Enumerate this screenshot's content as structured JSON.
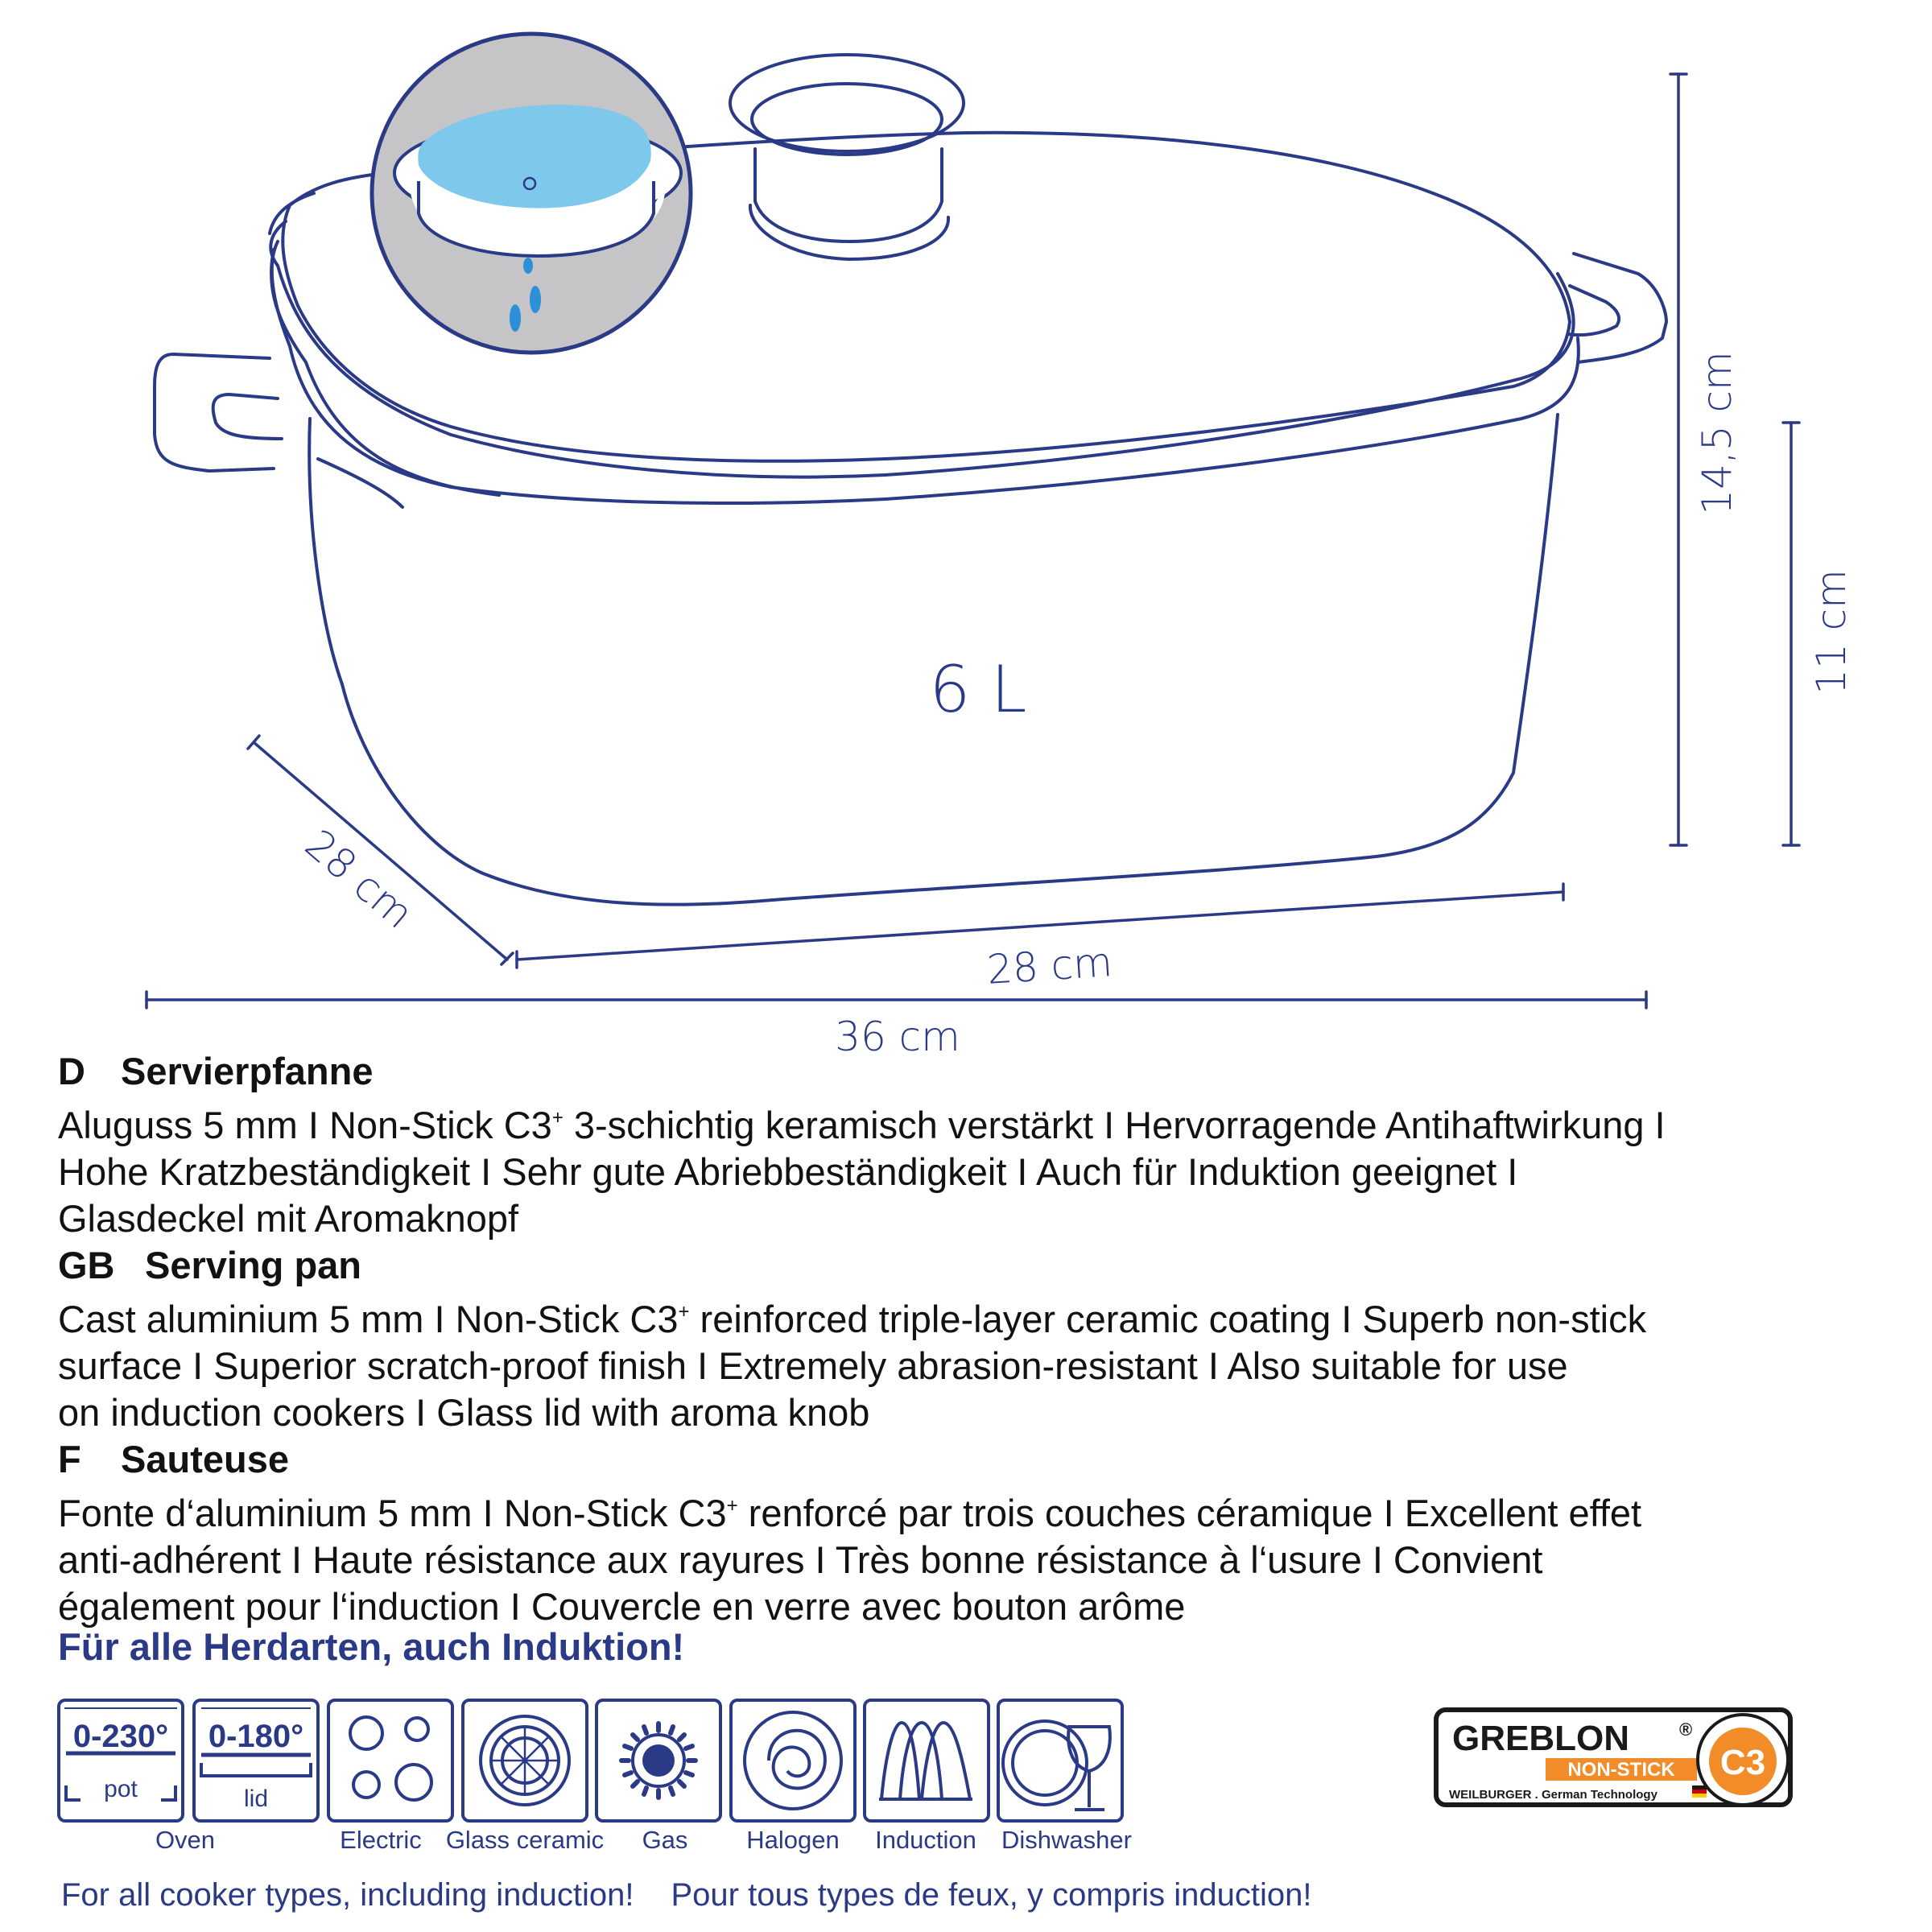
{
  "diagram": {
    "capacity": "6 L",
    "dimensions": {
      "height_total": "14,5 cm",
      "height_body": "11 cm",
      "depth": "28 cm",
      "width_body": "28 cm",
      "width_total": "36 cm"
    }
  },
  "sections": [
    {
      "code": "D",
      "title": "Servierpfanne",
      "lines": [
        [
          "Aluguss 5 mm I Non-Stick C3",
          "+",
          "  3-schichtig keramisch verstärkt I Hervorragende Antihaftwirkung I"
        ],
        [
          "Hohe Kratzbeständigkeit I Sehr gute Abriebbeständigkeit I Auch für Induktion geeignet I"
        ],
        [
          "Glasdeckel mit Aromaknopf"
        ]
      ]
    },
    {
      "code": "GB",
      "title": "Serving pan",
      "lines": [
        [
          "Cast aluminium 5 mm I Non-Stick C3",
          "+",
          " reinforced triple-layer ceramic coating I Superb non-stick"
        ],
        [
          "surface I Superior scratch-proof finish I Extremely abrasion-resistant I Also suitable for use"
        ],
        [
          "on induction cookers I Glass lid with aroma knob"
        ]
      ]
    },
    {
      "code": "F",
      "title": "Sauteuse",
      "lines": [
        [
          "Fonte d‘aluminium 5 mm I Non-Stick C3",
          "+",
          " renforcé par trois couches céramique I Excellent effet"
        ],
        [
          "anti-adhérent I Haute résistance aux rayures I Très bonne résistance à l‘usure I Convient"
        ],
        [
          "également pour l‘induction I Couvercle en verre avec bouton arôme"
        ]
      ]
    }
  ],
  "cooker_title": "Für alle Herdarten, auch Induktion!",
  "icons": {
    "oven_pot_temp": "0-230°",
    "oven_pot_label": "pot",
    "oven_lid_temp": "0-180°",
    "oven_lid_label": "lid",
    "labels": {
      "oven": "Oven",
      "electric": "Electric",
      "glass_ceramic": "Glass ceramic",
      "gas": "Gas",
      "halogen": "Halogen",
      "induction": "Induction",
      "dishwasher": "Dishwasher"
    }
  },
  "greblon": {
    "brand": "GREBLON",
    "reg": "®",
    "nonstick": "NON-STICK",
    "grade": "C3",
    "maker": "WEILBURGER . German Technology"
  },
  "footer": {
    "en": "For all cooker types, including induction!",
    "fr": "Pour tous types de feux, y compris induction!"
  },
  "colors": {
    "navy": "#2b3a86",
    "water": "#7ec8ec",
    "drop": "#2d8fd8",
    "greblon_orange": "#f28c28"
  }
}
